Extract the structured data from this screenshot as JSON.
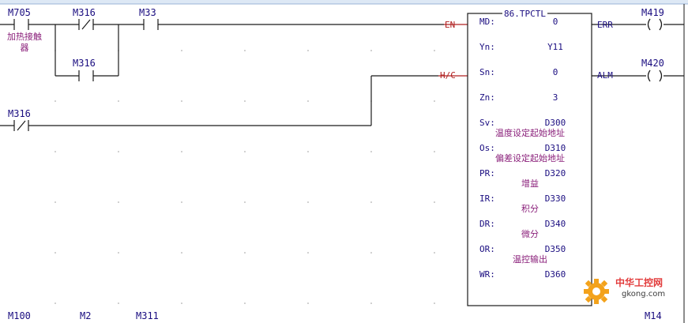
{
  "rung1": {
    "contact_m705": "M705",
    "contact_m705_comment_line1": "加热接触",
    "contact_m705_comment_line2": "器",
    "contact_m316_nc": "M316",
    "contact_m316_no": "M316",
    "contact_m33": "M33"
  },
  "rung2": {
    "contact_m316": "M316"
  },
  "function_block": {
    "title": "86.TPCTL",
    "input_en": "EN",
    "input_hc": "H/C",
    "output_err": "ERR",
    "output_alm": "ALM",
    "fields": [
      {
        "name": "MD:",
        "value": "0",
        "comment": ""
      },
      {
        "name": "Yn:",
        "value": "Y11",
        "comment": ""
      },
      {
        "name": "Sn:",
        "value": "0",
        "comment": ""
      },
      {
        "name": "Zn:",
        "value": "3",
        "comment": ""
      },
      {
        "name": "Sv:",
        "value": "D300",
        "comment": "温度设定起始地址"
      },
      {
        "name": "Os:",
        "value": "D310",
        "comment": "偏差设定起始地址"
      },
      {
        "name": "PR:",
        "value": "D320",
        "comment": "增益"
      },
      {
        "name": "IR:",
        "value": "D330",
        "comment": "积分"
      },
      {
        "name": "DR:",
        "value": "D340",
        "comment": "微分"
      },
      {
        "name": "OR:",
        "value": "D350",
        "comment": "温控输出"
      },
      {
        "name": "WR:",
        "value": "D360",
        "comment": ""
      }
    ]
  },
  "coils": {
    "err_coil": "M419",
    "alm_coil": "M420",
    "coil_symbol": "( )"
  },
  "bottom_row": {
    "label_1": "M100",
    "label_2": "M2",
    "label_3": "M311",
    "label_4": "M14"
  },
  "watermark": {
    "main": "中华工控网",
    "sub": "gkong.com"
  },
  "colors": {
    "wire": "#1a1a1a",
    "contact_label": "#1a0d80",
    "comment": "#8a1f7a",
    "input_pin": "#b02020",
    "grid_dot": "#9a9a9a",
    "top_border": "#9ab3d6"
  }
}
